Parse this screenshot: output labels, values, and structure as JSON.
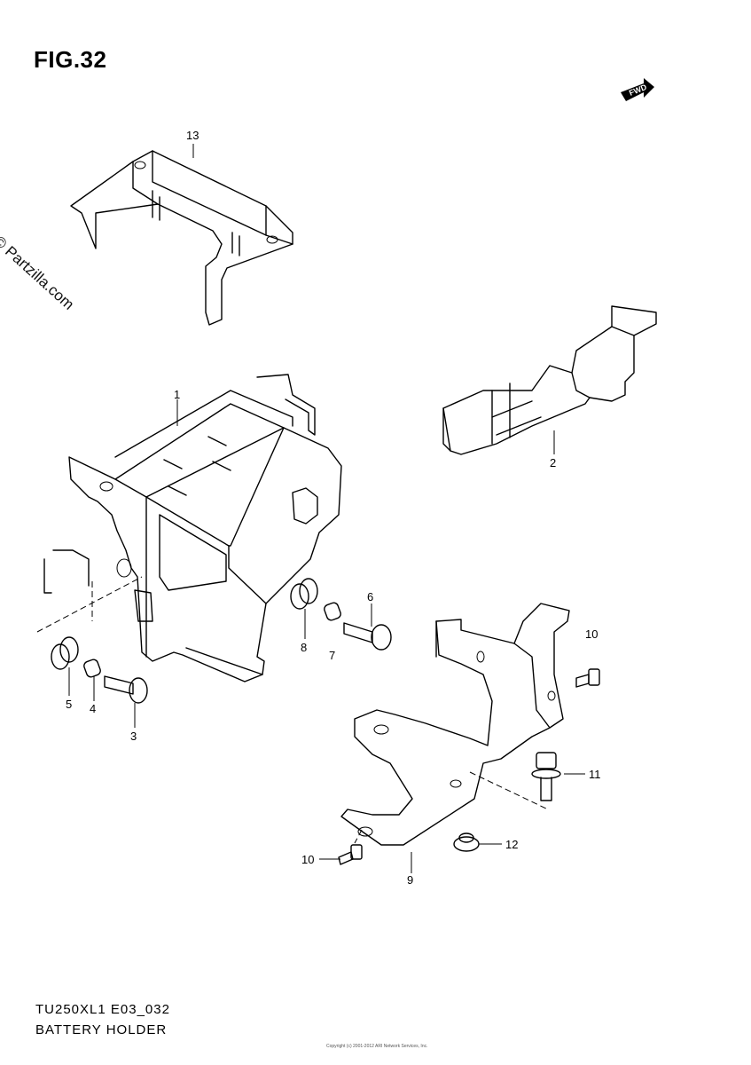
{
  "figure": {
    "title": "FIG.32"
  },
  "watermark": "© Partzilla.com",
  "fwd_badge": "FWD",
  "callouts": {
    "c1": "1",
    "c2": "2",
    "c3": "3",
    "c4": "4",
    "c5": "5",
    "c6": "6",
    "c7": "7",
    "c8": "8",
    "c9": "9",
    "c10a": "10",
    "c10b": "10",
    "c11": "11",
    "c12": "12",
    "c13": "13"
  },
  "footer": {
    "code": "TU250XL1 E03_032",
    "name": "BATTERY HOLDER"
  },
  "copyright_line": "Copyright (c) 2001-2012 ARI Network Services, Inc."
}
